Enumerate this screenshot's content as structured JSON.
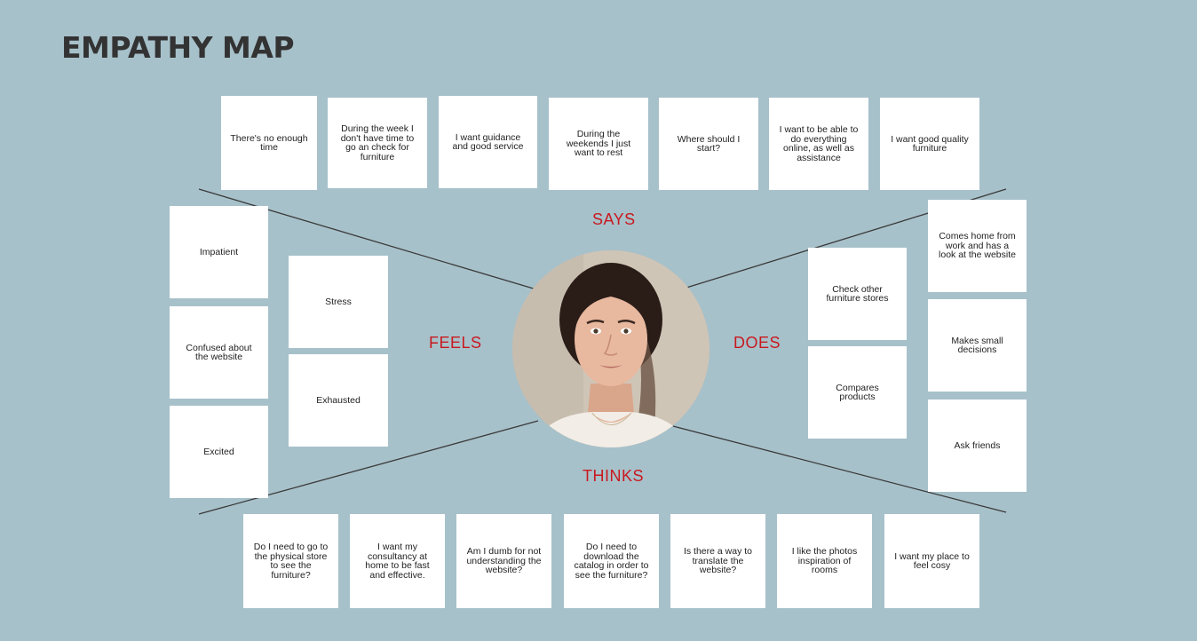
{
  "title": "EMPATHY MAP",
  "quadrants": {
    "says": "SAYS",
    "feels": "FEELS",
    "does": "DOES",
    "thinks": "THINKS"
  },
  "colors": {
    "background": "#a7c1ca",
    "title": "#333333",
    "quadrant_label": "#c8191f",
    "note": "#ffffff",
    "lines": "#3a3a3a"
  },
  "persona": {
    "image": "portrait of a young woman with dark hair pulled back, smiling slightly"
  },
  "says": [
    "There's no enough time",
    "During the week I don't have time to go an check for furniture",
    "I want guidance and good service",
    "During the weekends I just want to rest",
    "Where should I start?",
    "I want to be able to do everything online, as well as assistance",
    "I want good quality furniture"
  ],
  "feels": [
    "Impatient",
    "Confused about the website",
    "Excited",
    "Stress",
    "Exhausted"
  ],
  "does": [
    "Check other furniture stores",
    "Compares products",
    "Comes home from work and has a look at the website",
    "Makes small decisions",
    "Ask friends"
  ],
  "thinks": [
    "Do I need to go to the physical store to see the furniture?",
    "I want my consultancy at home to be fast and effective.",
    "Am I dumb for not understanding the website?",
    "Do I need to download the catalog in order to see the furniture?",
    "Is there a way to translate the website?",
    "I like the photos inspiration of rooms",
    "I want my place to feel cosy"
  ]
}
